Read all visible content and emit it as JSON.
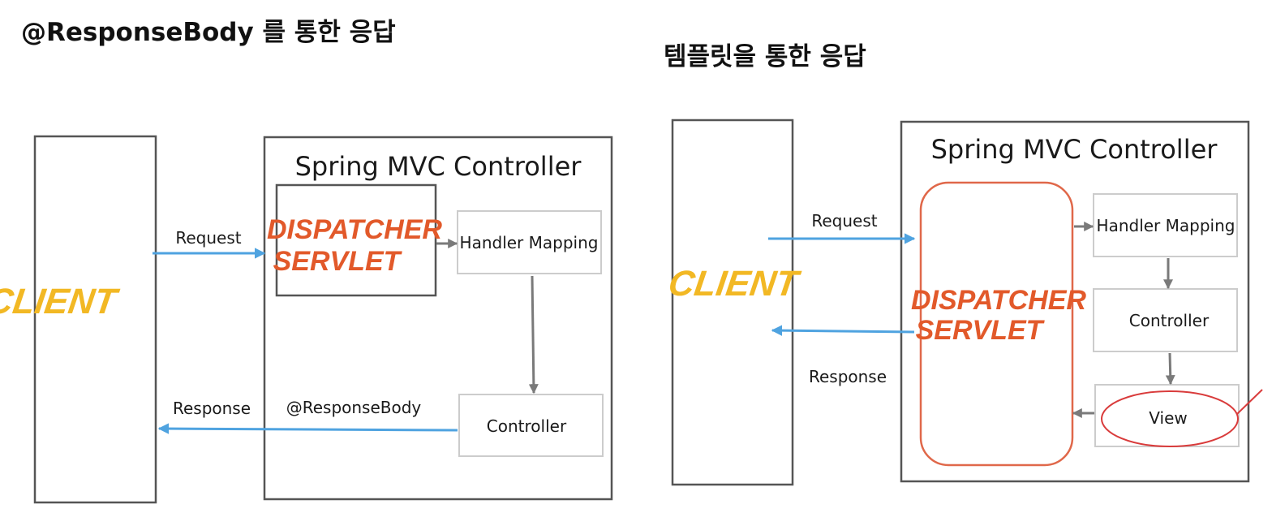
{
  "left": {
    "title": "@ResponseBody 를 통한 응답",
    "client": "CLIENT",
    "container_title": "Spring MVC Controller",
    "dispatcher_line1": "DISPATCHER",
    "dispatcher_line2": "SERVLET",
    "handler_mapping": "Handler Mapping",
    "controller": "Controller",
    "request": "Request",
    "response": "Response",
    "response_body": "@ResponseBody"
  },
  "right": {
    "title": "템플릿을 통한 응답",
    "client": "CLIENT",
    "container_title": "Spring MVC Controller",
    "dispatcher_line1": "DISPATCHER",
    "dispatcher_line2": "SERVLET",
    "handler_mapping": "Handler Mapping",
    "controller": "Controller",
    "view": "View",
    "request": "Request",
    "response": "Response"
  },
  "colors": {
    "arrow_blue": "#4fa3e0",
    "arrow_gray": "#7a7a7a",
    "client_yellow": "#f2b824",
    "dispatcher_orange": "#e2592a",
    "highlight_red": "#d93b3b"
  }
}
